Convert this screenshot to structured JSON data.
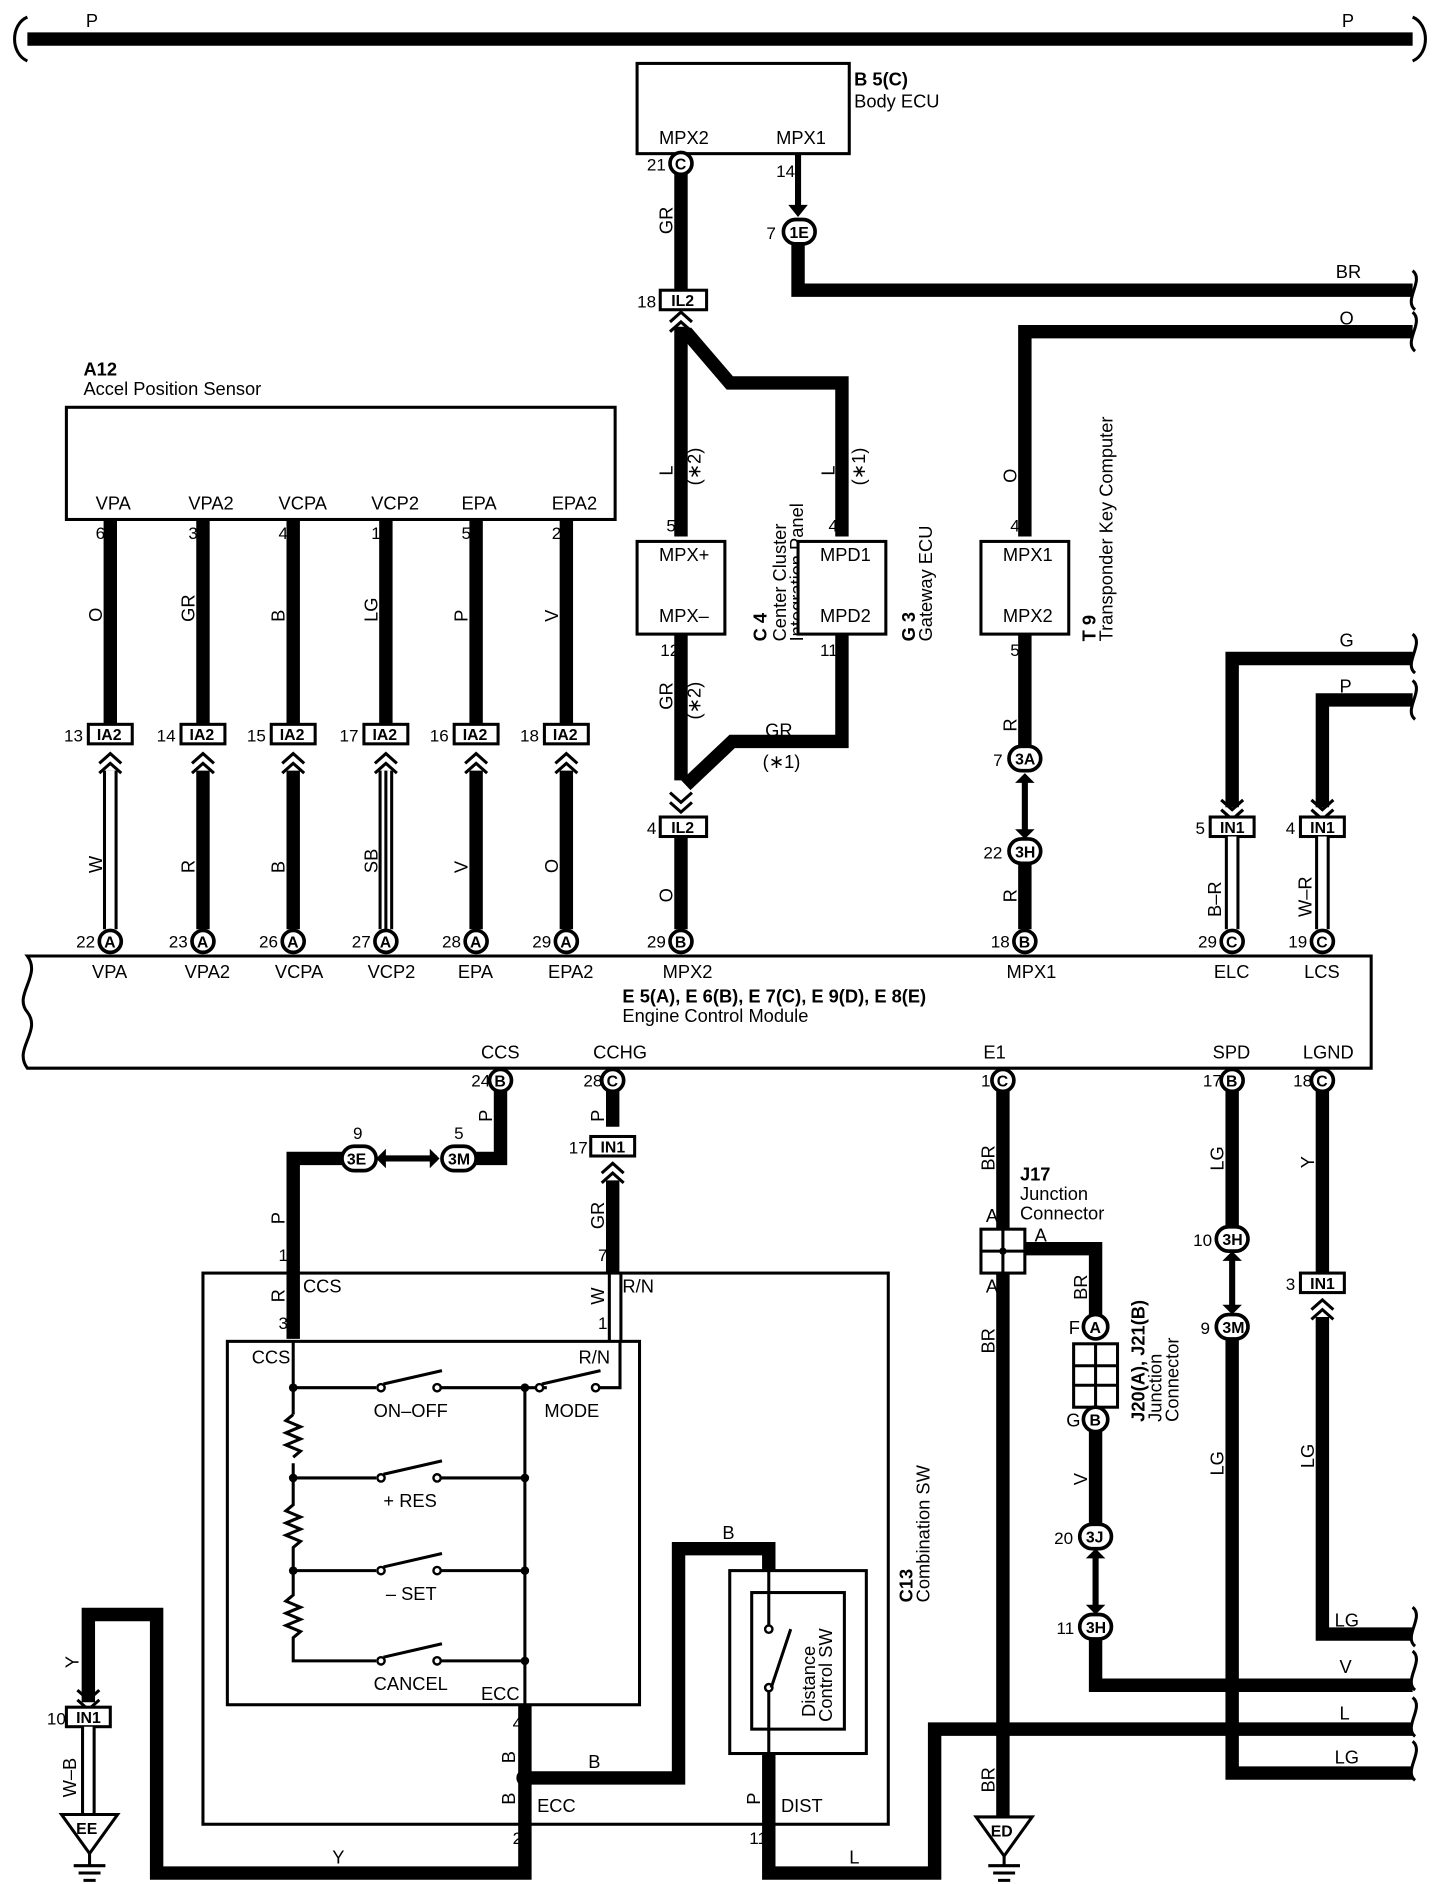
{
  "top_wire": {
    "left_label": "P",
    "right_label": "P"
  },
  "components": {
    "body_ecu": {
      "ref": "B 5(C)",
      "name": "Body ECU",
      "pins": [
        "MPX2",
        "MPX1"
      ],
      "pin_nums": [
        "21",
        "14"
      ],
      "conn": "C"
    },
    "accel_sensor": {
      "ref": "A12",
      "name": "Accel Position Sensor",
      "pins": [
        "VPA",
        "VPA2",
        "VCPA",
        "VCP2",
        "EPA",
        "EPA2"
      ],
      "pin_nums": [
        "6",
        "3",
        "4",
        "1",
        "5",
        "2"
      ]
    },
    "center_cluster": {
      "ref": "C 4",
      "name": "Center Cluster Integration Panel",
      "top_pin": "MPX+",
      "bottom_pin": "MPX–",
      "top_num": "5",
      "bottom_num": "12"
    },
    "gateway_ecu": {
      "ref": "G 3",
      "name": "Gateway ECU",
      "top_pin": "MPD1",
      "bottom_pin": "MPD2",
      "top_num": "4",
      "bottom_num": "11"
    },
    "transponder": {
      "ref": "T 9",
      "name": "Transponder Key Computer",
      "top_pin": "MPX1",
      "bottom_pin": "MPX2",
      "top_num": "4",
      "bottom_num": "5"
    },
    "ecm": {
      "ref": "E 5(A), E 6(B), E 7(C), E 9(D), E 8(E)",
      "name": "Engine Control Module",
      "top_pins": [
        {
          "label": "VPA",
          "num": "22",
          "conn": "A"
        },
        {
          "label": "VPA2",
          "num": "23",
          "conn": "A"
        },
        {
          "label": "VCPA",
          "num": "26",
          "conn": "A"
        },
        {
          "label": "VCP2",
          "num": "27",
          "conn": "A"
        },
        {
          "label": "EPA",
          "num": "28",
          "conn": "A"
        },
        {
          "label": "EPA2",
          "num": "29",
          "conn": "A"
        },
        {
          "label": "MPX2",
          "num": "29",
          "conn": "B"
        },
        {
          "label": "MPX1",
          "num": "18",
          "conn": "B"
        },
        {
          "label": "ELC",
          "num": "29",
          "conn": "C"
        },
        {
          "label": "LCS",
          "num": "19",
          "conn": "C"
        }
      ],
      "bottom_pins": [
        {
          "label": "CCS",
          "num": "24",
          "conn": "B"
        },
        {
          "label": "CCHG",
          "num": "28",
          "conn": "C"
        },
        {
          "label": "E1",
          "num": "1",
          "conn": "C"
        },
        {
          "label": "SPD",
          "num": "17",
          "conn": "B"
        },
        {
          "label": "LGND",
          "num": "18",
          "conn": "C"
        }
      ]
    },
    "junction_j17": {
      "ref": "J17",
      "name1": "Junction",
      "name2": "Connector",
      "pin": "A"
    },
    "junction_j20": {
      "ref": "J20(A), J21(B)",
      "name1": "Junction",
      "name2": "Connector",
      "top": "A",
      "bottom": "B",
      "top_pin": "F",
      "bottom_pin": "G"
    },
    "combination_sw": {
      "ref": "C13",
      "name": "Combination SW",
      "switches": [
        "ON–OFF",
        "+ RES",
        "– SET",
        "CANCEL",
        "MODE"
      ],
      "inner_labels": {
        "ccs": "CCS",
        "rn": "R/N",
        "ecc": "ECC"
      },
      "outer_labels": {
        "ccs": "CCS",
        "rn": "R/N",
        "ecc": "ECC",
        "dist": "DIST"
      },
      "pin_nums": {
        "p1": "1",
        "p3": "3",
        "p7": "7",
        "p1b": "1",
        "p4": "4",
        "p2": "2",
        "p11": "11"
      },
      "distance_sw": "Distance Control SW"
    }
  },
  "connectors": {
    "ia2": "IA2",
    "il2": "IL2",
    "in1": "IN1",
    "e1": "1E",
    "a3": "3A",
    "h3": "3H",
    "e3": "3E",
    "m3": "3M",
    "j3": "3J"
  },
  "connector_pins": {
    "ia2": [
      "13",
      "14",
      "15",
      "17",
      "16",
      "18"
    ],
    "il2_top": "18",
    "il2_bot": "4",
    "e1": "7",
    "a3": "7",
    "h3_upper": "22",
    "in1_elc": "5",
    "in1_lcs": "4",
    "e3": "9",
    "m3": "5",
    "in1_cchg": "17",
    "h3_spd": "10",
    "m3_spd": "9",
    "in1_lgnd": "3",
    "j3": "20",
    "h3_j": "11",
    "in1_ee": "10"
  },
  "wire_colors": {
    "accel_upper": [
      "O",
      "GR",
      "B",
      "LG",
      "P",
      "V"
    ],
    "accel_lower": [
      "W",
      "R",
      "B",
      "SB",
      "V",
      "O"
    ],
    "gr_bodyecu": "GR",
    "br_right": "BR",
    "o_right": "O",
    "l1": "L",
    "l2": "L",
    "star2": "(∗2)",
    "star1": "(∗1)",
    "gr_cc": "GR",
    "gr_gw": "GR",
    "o_il2": "O",
    "o_tr": "O",
    "r_tr1": "R",
    "r_tr2": "R",
    "g_right": "G",
    "p_right": "P",
    "b_r": "B–R",
    "w_r": "W–R",
    "p_ccs": "P",
    "p_cchg": "P",
    "gr_cchg": "GR",
    "p_sw": "P",
    "r_sw": "R",
    "w_sw": "W",
    "br1": "BR",
    "br2": "BR",
    "br3": "BR",
    "br4": "BR",
    "v": "V",
    "lg1": "LG",
    "lg2": "LG",
    "y1": "Y",
    "lg3": "LG",
    "lg_right": "LG",
    "v_right": "V",
    "l_right": "L",
    "lg_right2": "LG",
    "y_ee": "Y",
    "w_b": "W–B",
    "y_bottom": "Y",
    "l_bottom": "L",
    "b1": "B",
    "b2": "B",
    "b3": "B",
    "b4": "B",
    "p_dist": "P"
  },
  "grounds": {
    "ee": "EE",
    "ed": "ED"
  }
}
